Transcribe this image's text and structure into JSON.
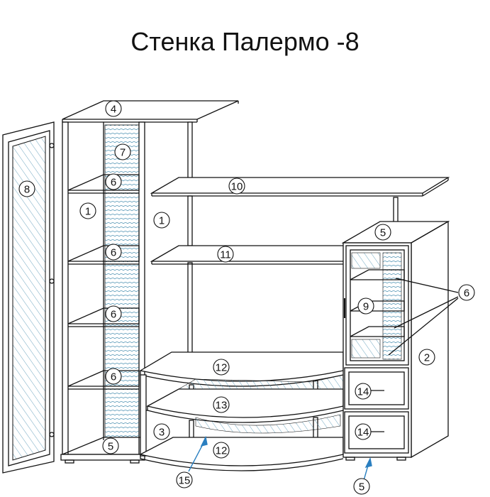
{
  "title": "Стенка Палермо -8",
  "labels": {
    "p1": "1",
    "p2": "2",
    "p3": "3",
    "p4": "4",
    "p5": "5",
    "p6": "6",
    "p7": "7",
    "p8": "8",
    "p9": "9",
    "p10": "10",
    "p11": "11",
    "p12": "12",
    "p13": "13",
    "p14": "14",
    "p15": "15"
  },
  "colors": {
    "line": "#111111",
    "glass_hatch": "#4a8fb0",
    "arrow": "#2a7fc0"
  }
}
